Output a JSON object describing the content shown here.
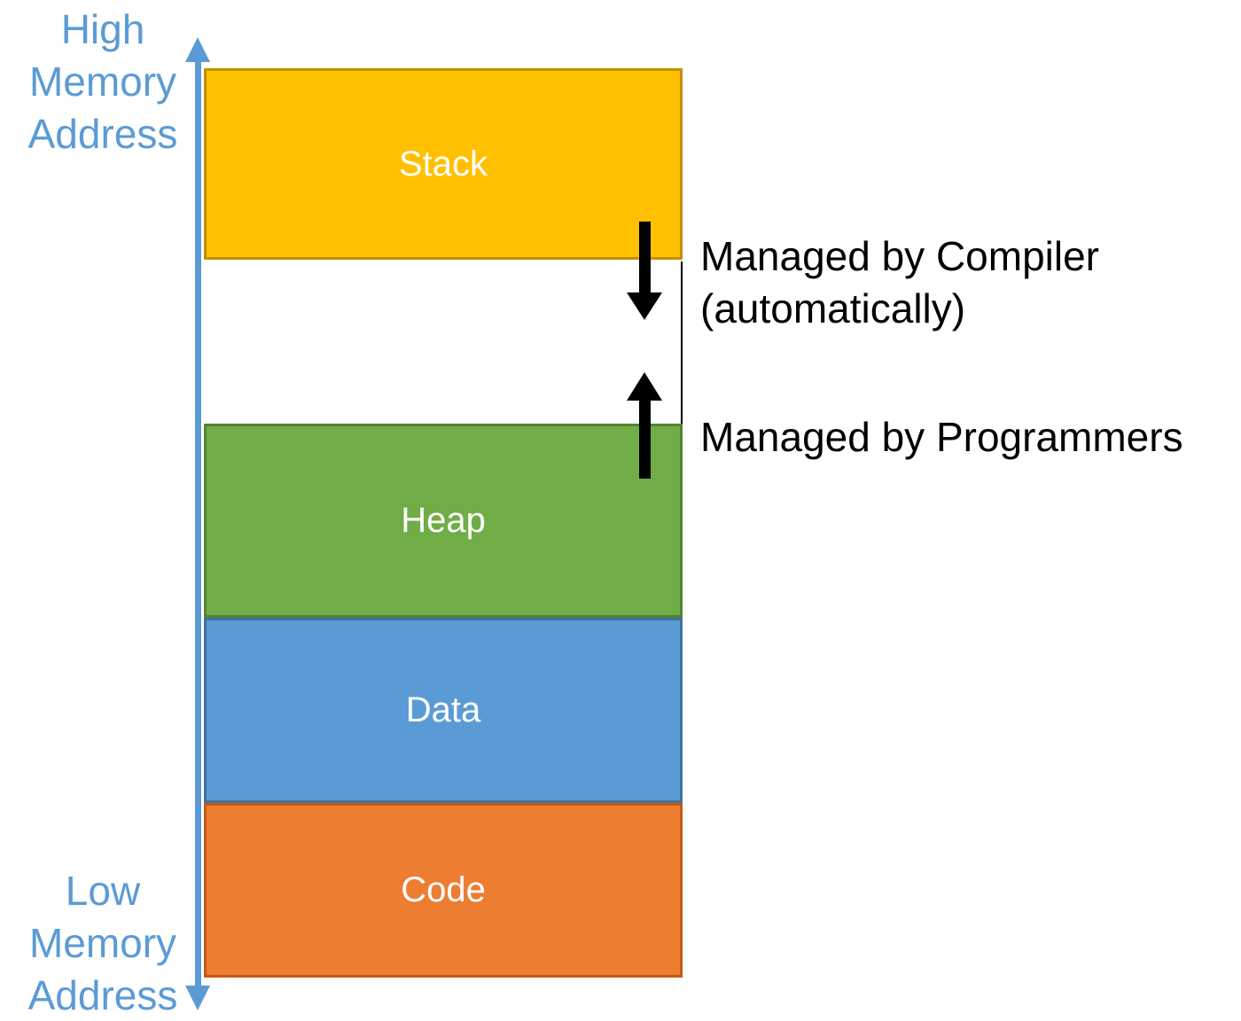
{
  "axis": {
    "color": "#5B9BD5",
    "high_label_lines": [
      "High",
      "Memory",
      "Address"
    ],
    "low_label_lines": [
      "Low",
      "Memory",
      "Address"
    ]
  },
  "segments": {
    "stack": {
      "label": "Stack",
      "fill": "#FFC000",
      "border": "#C09000",
      "text_color": "#FFFFFF"
    },
    "heap": {
      "label": "Heap",
      "fill": "#70AD47",
      "border": "#548235",
      "text_color": "#FFFFFF"
    },
    "data": {
      "label": "Data",
      "fill": "#5B9BD5",
      "border": "#41719C",
      "text_color": "#FFFFFF"
    },
    "code": {
      "label": "Code",
      "fill": "#ED7D31",
      "border": "#C55A11",
      "text_color": "#FFFFFF"
    }
  },
  "gap": {
    "border_color": "#000000"
  },
  "annotations": {
    "arrow_color": "#000000",
    "text_color": "#000000",
    "compiler": {
      "line1": "Managed by Compiler",
      "line2": "(automatically)"
    },
    "programmers": {
      "line1": "Managed by Programmers"
    }
  }
}
